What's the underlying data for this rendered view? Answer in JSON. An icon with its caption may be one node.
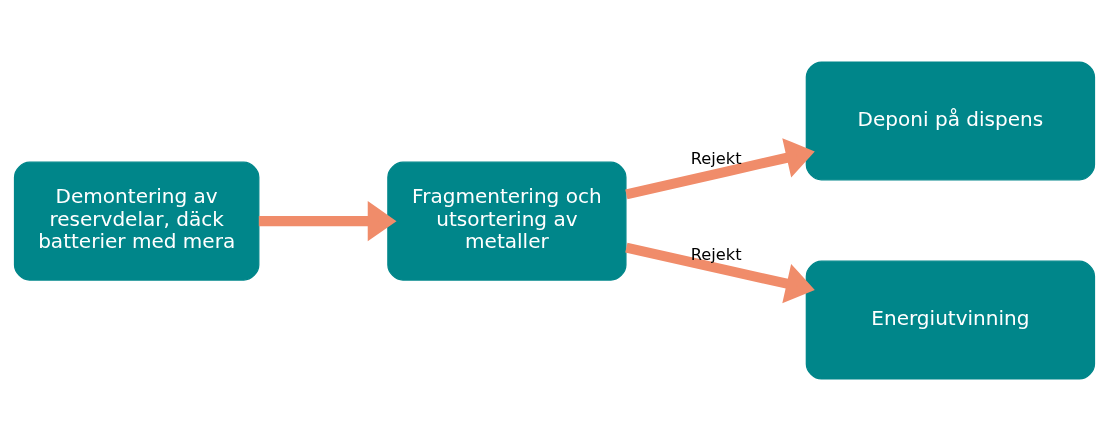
{
  "diagram": {
    "nodes": [
      {
        "text": [
          "Demontering av reservdelar, däck batterier med mera"
        ]
      },
      {
        "text": [
          "Fragmentering och utsortering av metaller"
        ]
      },
      {
        "text": [
          "Deponi på dispens"
        ]
      },
      {
        "text": [
          "Energiutvinning"
        ]
      }
    ],
    "edges": [
      {
        "from": 0,
        "to": 1,
        "arrow": "to"
      },
      {
        "from": 1,
        "to": 2,
        "arrow": "to",
        "label": "Rejekt"
      },
      {
        "from": 1,
        "to": 3,
        "arrow": "to",
        "label": "Rejekt"
      }
    ]
  }
}
